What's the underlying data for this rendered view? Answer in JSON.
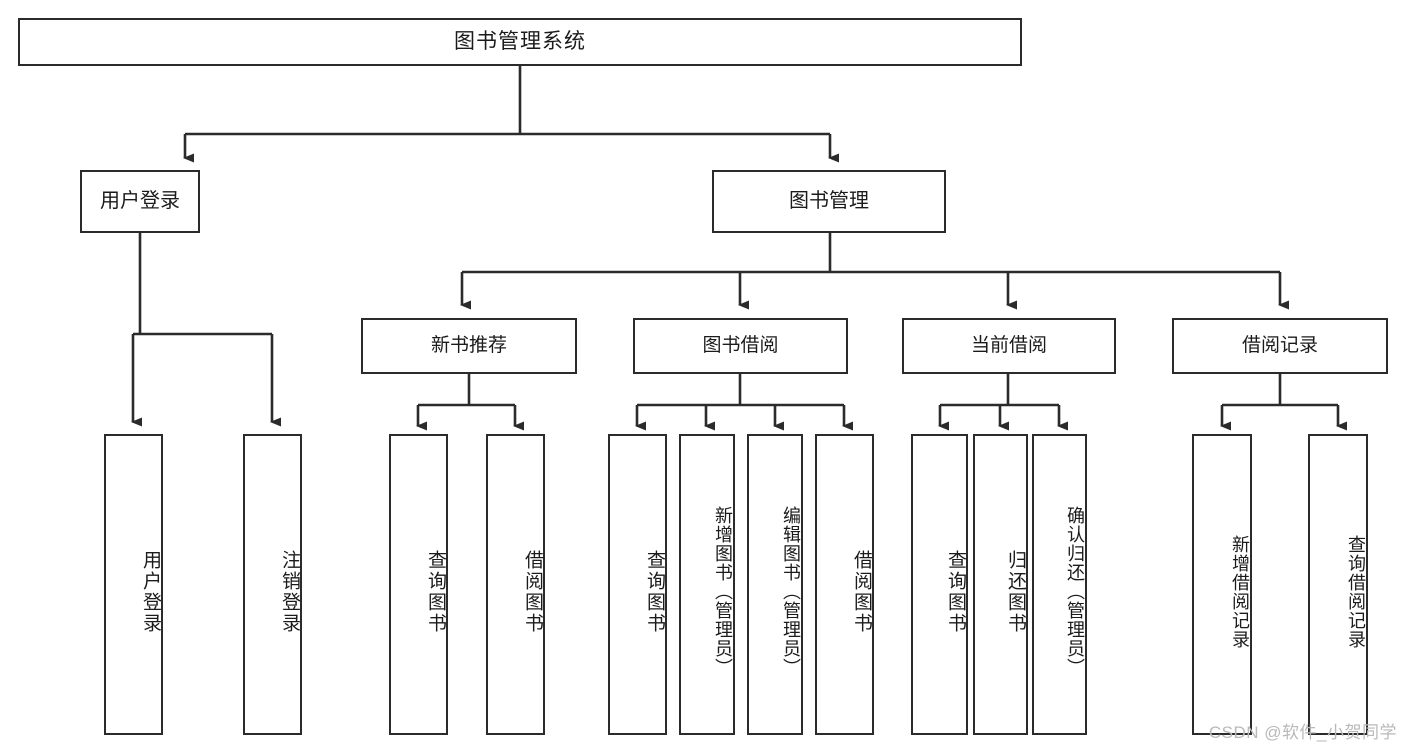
{
  "diagram": {
    "type": "hierarchy-tree",
    "title": "图书管理系统",
    "root": {
      "label": "图书管理系统"
    },
    "level1": [
      {
        "label": "用户登录"
      },
      {
        "label": "图书管理"
      }
    ],
    "level2": [
      {
        "label": "新书推荐"
      },
      {
        "label": "图书借阅"
      },
      {
        "label": "当前借阅"
      },
      {
        "label": "借阅记录"
      }
    ],
    "leaves": {
      "user_login": [
        {
          "label": "用户登录"
        },
        {
          "label": "注销登录"
        }
      ],
      "new_book_recommend": [
        {
          "label": "查询图书"
        },
        {
          "label": "借阅图书"
        }
      ],
      "book_borrow": [
        {
          "label": "查询图书"
        },
        {
          "label": "新增图书（管理员）"
        },
        {
          "label": "编辑图书（管理员）"
        },
        {
          "label": "借阅图书"
        }
      ],
      "current_borrow": [
        {
          "label": "查询图书"
        },
        {
          "label": "归还图书"
        },
        {
          "label": "确认归还（管理员）"
        }
      ],
      "borrow_record": [
        {
          "label": "新增借阅记录"
        },
        {
          "label": "查询借阅记录"
        }
      ]
    }
  },
  "watermark": {
    "text": "CSDN @软件_小贺同学"
  },
  "colors": {
    "stroke": "#2b2b2b",
    "background": "#ffffff",
    "text": "#1b1b1b",
    "watermark": "#b9b9b9"
  }
}
